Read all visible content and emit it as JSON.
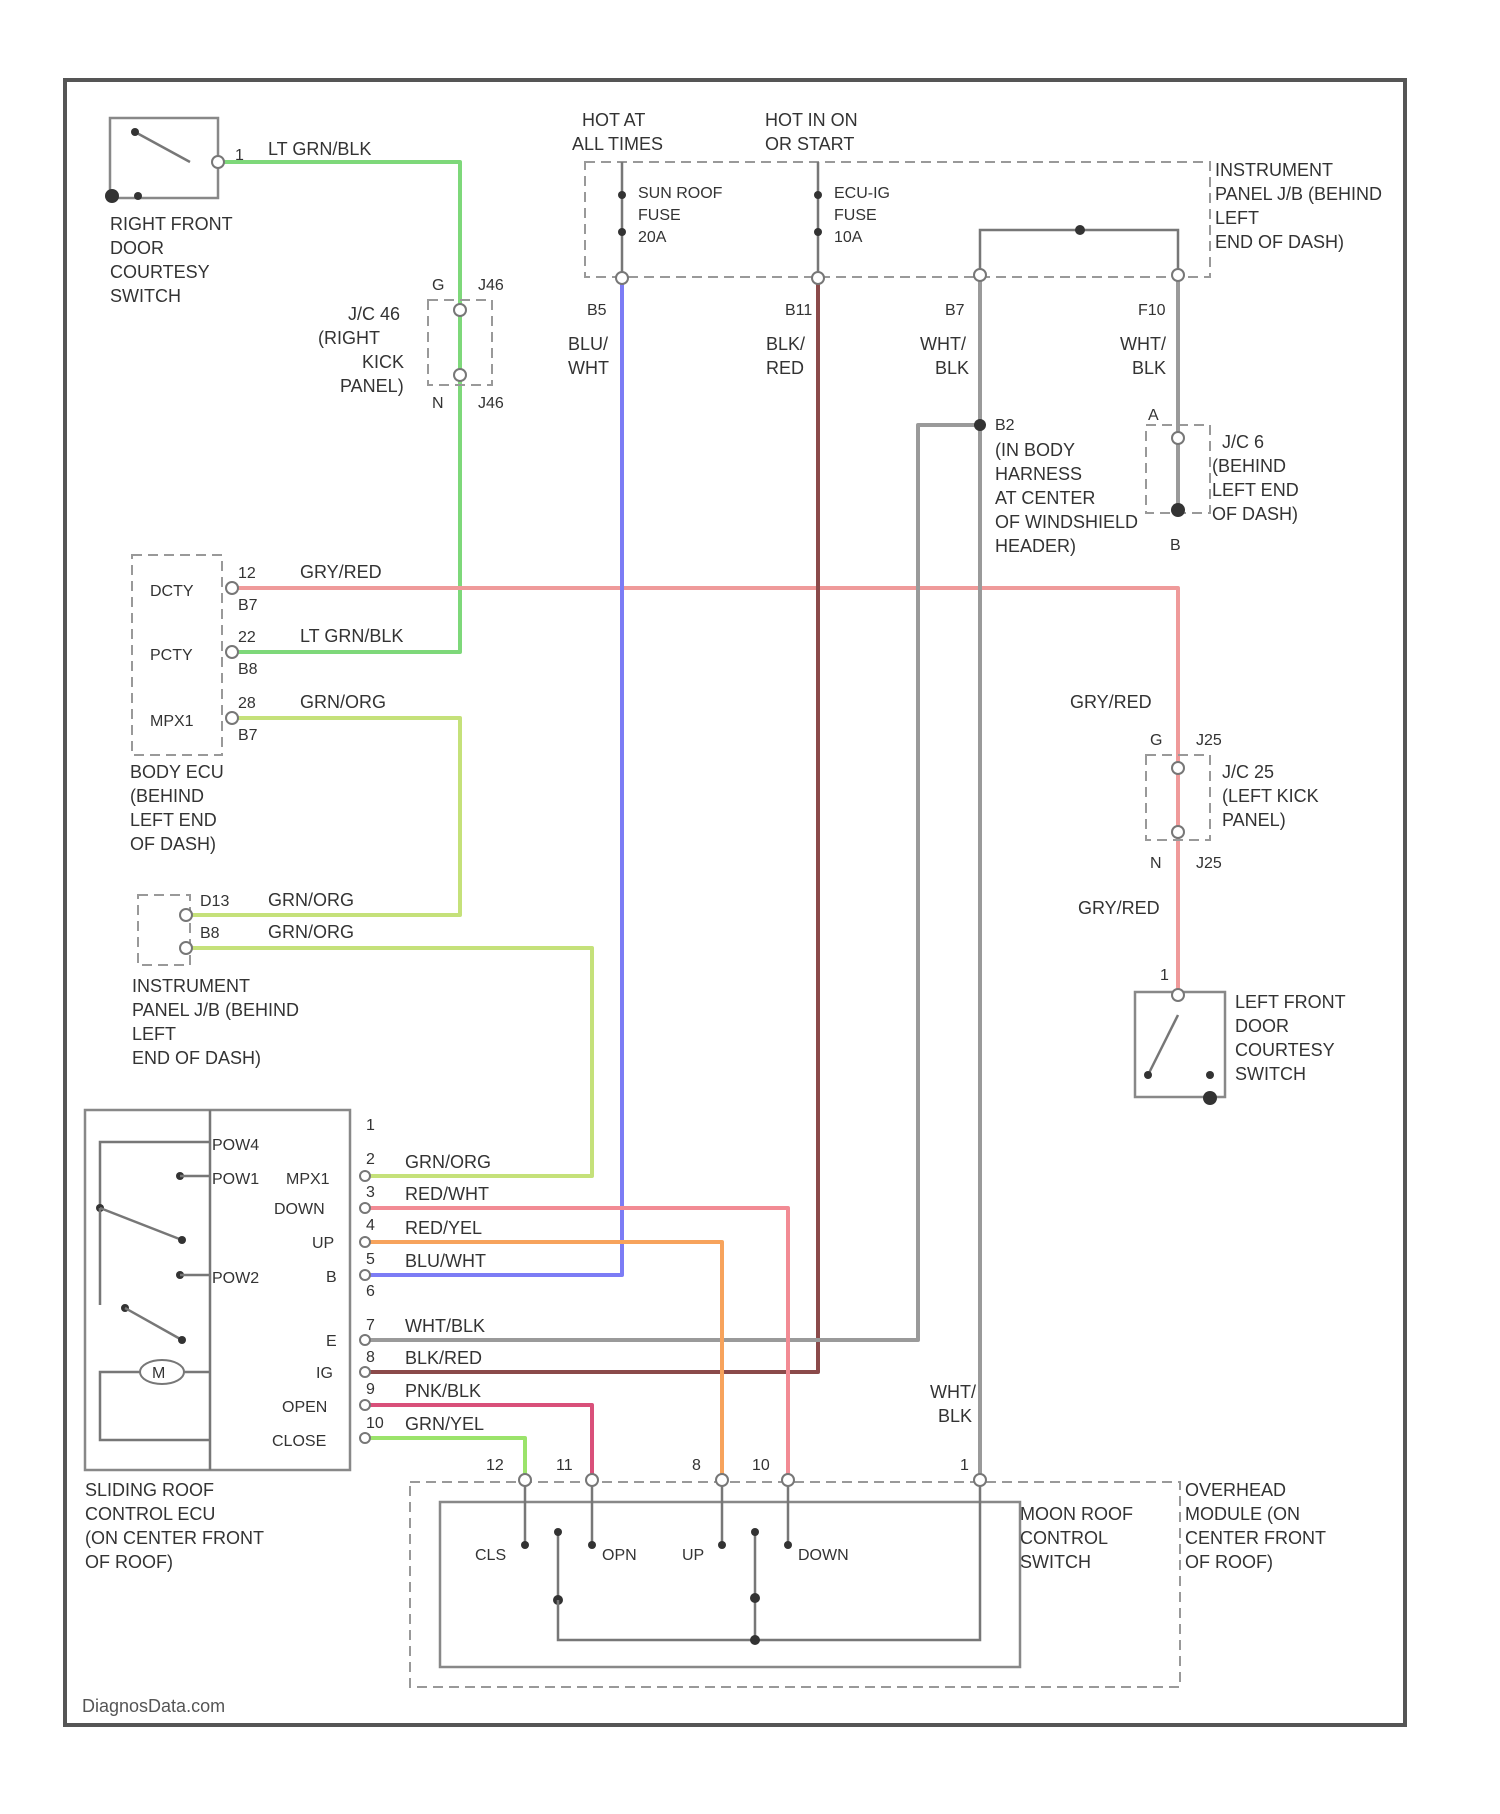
{
  "components": {
    "right_door_switch": [
      "RIGHT FRONT",
      "DOOR",
      "COURTESY",
      "SWITCH"
    ],
    "right_door_pin": "1",
    "left_door_switch": [
      "LEFT FRONT",
      "DOOR",
      "COURTESY",
      "SWITCH"
    ],
    "left_door_pin": "1",
    "hot_at_all_times": [
      "HOT AT",
      "ALL TIMES"
    ],
    "hot_in_on": [
      "HOT IN ON",
      "OR START"
    ],
    "sunroof_fuse": [
      "SUN ROOF",
      "FUSE",
      "20A"
    ],
    "ecu_ig_fuse": [
      "ECU-IG",
      "FUSE",
      "10A"
    ],
    "instrument_jb_top": [
      "INSTRUMENT",
      "PANEL J/B (BEHIND",
      "LEFT",
      "END OF DASH)"
    ],
    "jc_right_kick": [
      "J/C 46",
      "(RIGHT",
      "KICK",
      "PANEL)"
    ],
    "jc_right_kick_pins": [
      "G",
      "J46",
      "N",
      "J46"
    ],
    "ground_splice": [
      "B2",
      "(IN BODY",
      "HARNESS",
      "AT CENTER",
      "OF WINDSHIELD",
      "HEADER)"
    ],
    "jc_left_dash": [
      "J/C 6",
      "(BEHIND",
      "LEFT END",
      "OF DASH)"
    ],
    "jc_left_dash_pins": [
      "A",
      "B"
    ],
    "body_ecu": [
      "BODY ECU",
      "(BEHIND",
      "LEFT END",
      "OF DASH)"
    ],
    "body_ecu_terminals": [
      {
        "label": "DCTY",
        "pin": "12",
        "conn": "B7"
      },
      {
        "label": "PCTY",
        "pin": "22",
        "conn": "B8"
      },
      {
        "label": "MPX1",
        "pin": "28",
        "conn": "B7"
      }
    ],
    "instrument_jb_mid": [
      "INSTRUMENT",
      "PANEL J/B (BEHIND",
      "LEFT",
      "END OF DASH)"
    ],
    "instrument_jb_mid_pins": [
      "D13",
      "B8"
    ],
    "jc_left_kick": [
      "J/C 25",
      "(LEFT KICK",
      "PANEL)"
    ],
    "jc_left_kick_pins": [
      "G",
      "J25",
      "N",
      "J25"
    ],
    "sliding_roof_ecu": [
      "SLIDING ROOF",
      "CONTROL ECU",
      "(ON CENTER FRONT",
      "OF ROOF)"
    ],
    "ecu_internal": [
      "POW4",
      "POW1",
      "POW2",
      "M"
    ],
    "ecu_ports": [
      "MPX1",
      "DOWN",
      "UP",
      "B",
      "E",
      "IG",
      "OPEN",
      "CLOSE"
    ],
    "ecu_pins": [
      "1",
      "2",
      "3",
      "4",
      "5",
      "6",
      "7",
      "8",
      "9",
      "10"
    ],
    "overhead_module": [
      "OVERHEAD",
      "MODULE (ON",
      "CENTER FRONT",
      "OF ROOF)"
    ],
    "moon_roof_switch": [
      "MOON ROOF",
      "CONTROL",
      "SWITCH"
    ],
    "switch_pins": [
      "12",
      "11",
      "8",
      "10",
      "1"
    ],
    "switch_contacts": [
      "CLS",
      "OPN",
      "UP",
      "DOWN"
    ]
  },
  "wires": {
    "lt_grn_blk_top": "LT GRN/BLK",
    "lt_grn_blk_ecu": "LT GRN/BLK",
    "gry_red_ecu": "GRY/RED",
    "gry_red_right_1": "GRY/RED",
    "gry_red_right_2": "GRY/RED",
    "grn_org_ecu": "GRN/ORG",
    "grn_org_jb_1": "GRN/ORG",
    "grn_org_jb_2": "GRN/ORG",
    "grn_org_roof": "GRN/ORG",
    "red_wht": "RED/WHT",
    "red_yel": "RED/YEL",
    "blu_wht": "BLU/WHT",
    "wht_blk_ecu": "WHT/BLK",
    "blk_red_ecu": "BLK/RED",
    "pnk_blk": "PNK/BLK",
    "grn_yel": "GRN/YEL",
    "sunroof_circuit": [
      "B5",
      "BLU/",
      "WHT"
    ],
    "ecu_ig_circuit": [
      "B11",
      "BLK/",
      "RED"
    ],
    "b7_circuit": [
      "B7",
      "WHT/",
      "BLK"
    ],
    "f10_circuit": [
      "F10",
      "WHT/",
      "BLK"
    ],
    "wht_blk_lower": [
      "WHT/",
      "BLK"
    ]
  },
  "colors": {
    "lt_grn": "#7ed87a",
    "gry_red": "#ef9a9a",
    "grn_org": "#c5e17a",
    "red_wht": "#f28b94",
    "red_yel": "#f7a35c",
    "blu_wht": "#7c7cf5",
    "blk_red": "#8b4a4a",
    "wht_blk": "#9a9a9a",
    "pnk_blk": "#d9507a",
    "grn_yel": "#9be36b"
  },
  "watermark": "DiagnosData.com"
}
